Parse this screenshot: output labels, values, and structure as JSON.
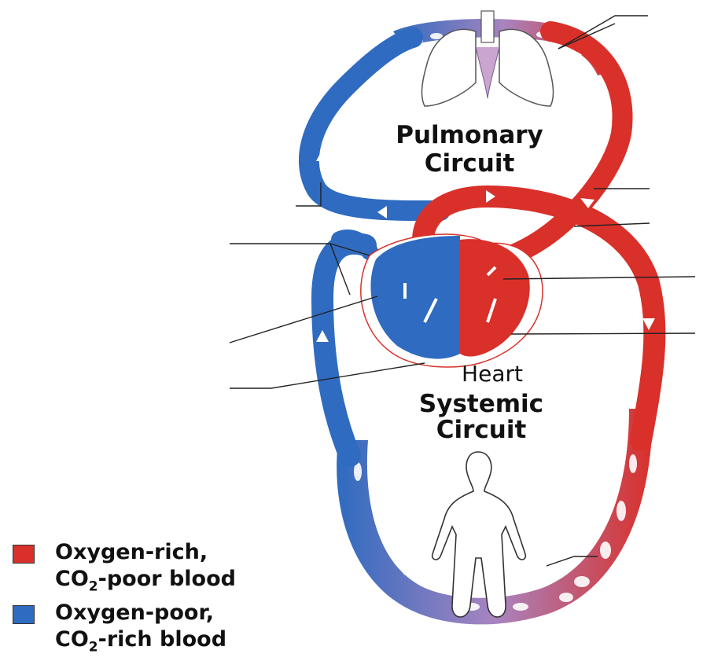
{
  "colors": {
    "oxygen_rich": "#d9302a",
    "oxygen_poor": "#2f6bc0",
    "mixed": "#a884c0"
  },
  "labels": {
    "pulmonary_line1": "Pulmonary",
    "pulmonary_line2": "Circuit",
    "heart": "Heart",
    "systemic_line1": "Systemic",
    "systemic_line2": "Circuit"
  },
  "legend": {
    "rich_line1": "Oxygen-rich,",
    "rich_co2": "CO",
    "rich_sub": "2",
    "rich_rest": "-poor blood",
    "poor_line1": "Oxygen-poor,",
    "poor_co2": "CO",
    "poor_sub": "2",
    "poor_rest": "-rich blood"
  },
  "icons": {
    "lungs": "lungs-icon",
    "heart": "heart-icon",
    "body": "human-body-icon"
  }
}
